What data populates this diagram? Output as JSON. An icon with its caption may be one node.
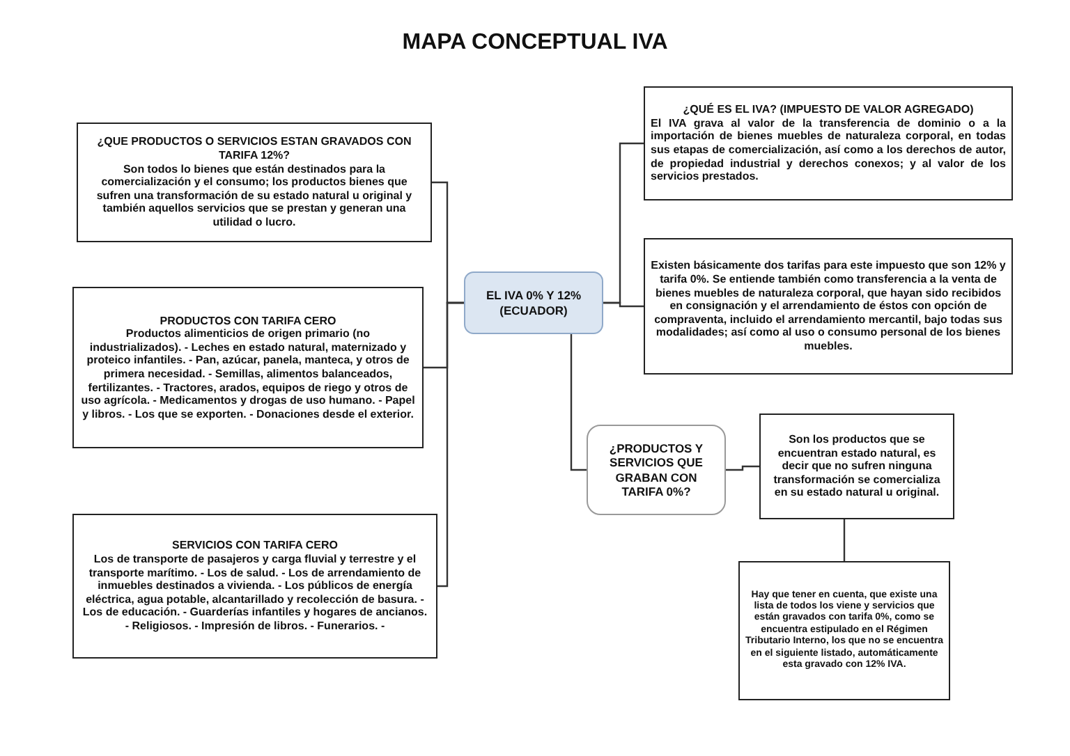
{
  "diagram": {
    "title": "MAPA CONCEPTUAL IVA",
    "nodes": [
      {
        "text": [
          "¿QUÉ ES EL IVA? (IMPUESTO DE VALOR AGREGADO)",
          "El IVA grava al valor de la transferencia de dominio o a la importación de bienes muebles de naturaleza corporal, en todas sus etapas de comercialización, así como a los derechos de autor, de propiedad industrial y derechos conexos; y al valor de los servicios prestados."
        ]
      },
      {
        "text": [
          "¿QUE PRODUCTOS O SERVICIOS ESTAN GRAVADOS CON TARIFA 12%?",
          "Son todos lo bienes que están destinados para la comercialización y el consumo; los productos bienes que sufren una transformación de su estado natural u original y también aquellos servicios que se prestan y generan una utilidad o lucro."
        ]
      },
      {
        "text": [
          "Existen básicamente dos tarifas para este impuesto que son 12% y tarifa 0%. Se entiende también como transferencia a la venta de bienes muebles de naturaleza corporal, que hayan sido recibidos en consignación y el arrendamiento de éstos con opción de compraventa, incluido el arrendamiento mercantil, bajo todas sus modalidades; así como al uso o consumo personal de los bienes muebles."
        ]
      },
      {
        "text": [
          "PRODUCTOS CON TARIFA CERO",
          "Productos alimenticios de origen primario (no industrializados). - Leches en estado natural, maternizado y proteico infantiles. - Pan, azúcar, panela, manteca, y otros de primera necesidad. - Semillas, alimentos balanceados, fertilizantes. - Tractores, arados, equipos de riego y otros de uso agrícola. - Medicamentos y drogas de uso humano. - Papel y libros. - Los que se exporten. - Donaciones desde el exterior."
        ]
      },
      {
        "text": [
          "EL IVA 0% Y 12% (ECUADOR)"
        ]
      },
      {
        "text": [
          "¿PRODUCTOS Y SERVICIOS QUE GRABAN CON TARIFA 0%?"
        ]
      },
      {
        "text": [
          "Son los productos que se encuentran estado natural, es decir que no sufren ninguna transformación se comercializa en su estado natural u original."
        ]
      },
      {
        "text": [
          "SERVICIOS CON TARIFA CERO",
          "Los de transporte de pasajeros y carga fluvial y terrestre y el transporte marítimo. - Los de salud. - Los de arrendamiento de inmuebles destinados a vivienda. - Los públicos de energía eléctrica, agua potable, alcantarillado y recolección de basura. - Los de educación. - Guarderías infantiles y hogares de ancianos. - Religiosos. - Impresión de libros. - Funerarios. -"
        ]
      },
      {
        "text": [
          "Hay que tener en cuenta, que existe una lista de todos los viene y servicios que están gravados con tarifa 0%, como se encuentra estipulado en el Régimen Tributario Interno, los que no se encuentra en el siguiente listado, automáticamente esta gravado con 12% IVA."
        ]
      }
    ],
    "edges": [
      {
        "from": 4,
        "to": 1,
        "arrow": "none"
      },
      {
        "from": 4,
        "to": 3,
        "arrow": "none"
      },
      {
        "from": 4,
        "to": 7,
        "arrow": "none"
      },
      {
        "from": 4,
        "to": 0,
        "arrow": "none"
      },
      {
        "from": 4,
        "to": 2,
        "arrow": "none"
      },
      {
        "from": 4,
        "to": 5,
        "arrow": "none"
      },
      {
        "from": 5,
        "to": 6,
        "arrow": "none"
      },
      {
        "from": 6,
        "to": 8,
        "arrow": "none"
      }
    ]
  }
}
